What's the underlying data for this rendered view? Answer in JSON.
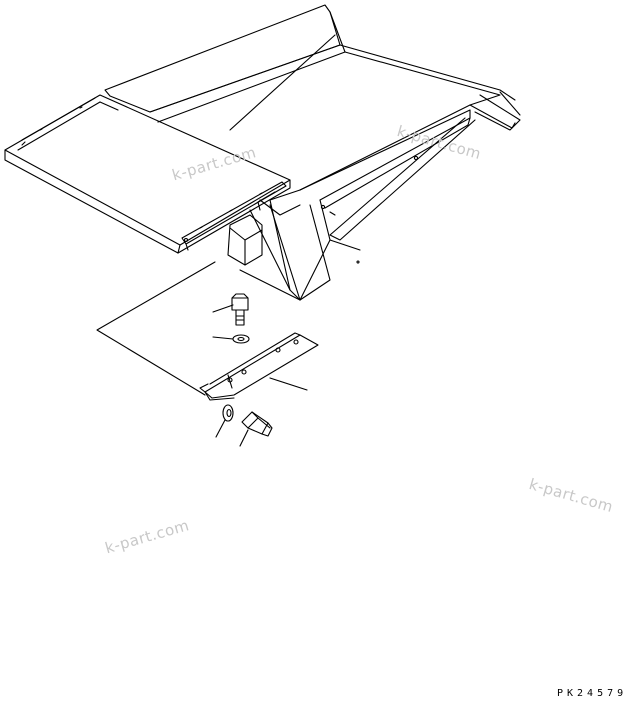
{
  "watermarks": [
    "k-part.com",
    "k-part.com",
    "k-part.com",
    "k-part.com"
  ],
  "drawing_code": "PK24579",
  "colors": {
    "line": "#000000",
    "watermark": "#c8c8c8",
    "background": "#ffffff"
  }
}
